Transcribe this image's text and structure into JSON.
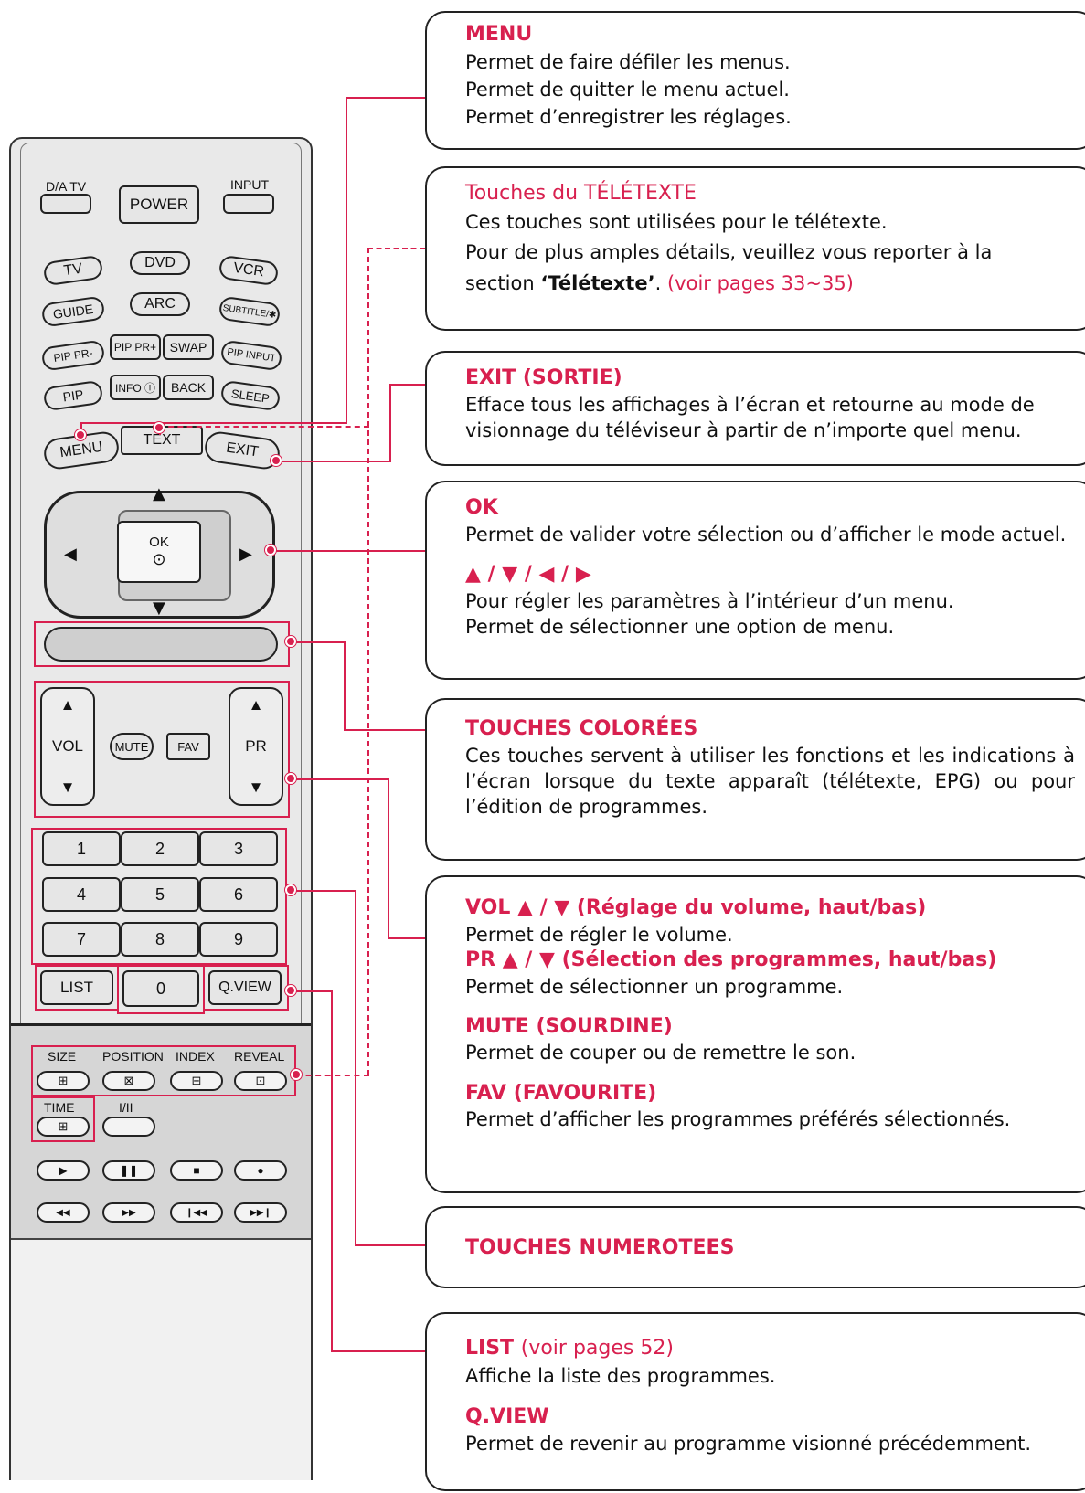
{
  "remote": {
    "top_labels": {
      "da_tv": "D/A TV",
      "input": "INPUT"
    },
    "power": "POWER",
    "row1": [
      "TV",
      "DVD",
      "VCR"
    ],
    "row2": [
      "GUIDE",
      "ARC",
      "SUBTITLE/✱"
    ],
    "row3": [
      "PIP PR-",
      "PIP PR+",
      "SWAP",
      "PIP INPUT"
    ],
    "row4": [
      "PIP",
      "INFO ⓘ",
      "BACK",
      "SLEEP"
    ],
    "row5": [
      "MENU",
      "TEXT",
      "EXIT"
    ],
    "ok": "OK",
    "ok_symbol": "⊙",
    "arrows": {
      "up": "▲",
      "down": "▼",
      "left": "◀",
      "right": "▶"
    },
    "vol": "VOL",
    "pr": "PR",
    "mute": "MUTE",
    "fav": "FAV",
    "numbers": [
      "1",
      "2",
      "3",
      "4",
      "5",
      "6",
      "7",
      "8",
      "9"
    ],
    "list": "LIST",
    "zero": "0",
    "qview": "Q.VIEW",
    "teletext_labels": [
      "SIZE",
      "POSITION",
      "INDEX",
      "REVEAL"
    ],
    "teletext_icons": [
      "⊞",
      "⊠",
      "⊟",
      "⊡"
    ],
    "time": "TIME",
    "i_ii": "I/II",
    "time_icon": "⊞",
    "transport_row1": [
      "▶",
      "❚❚",
      "■",
      "●"
    ],
    "transport_row2": [
      "◀◀",
      "▶▶",
      "❙◀◀",
      "▶▶❙"
    ]
  },
  "callouts": {
    "menu": {
      "title": "MENU",
      "lines": [
        "Permet de faire défiler les menus.",
        "Permet de quitter le menu actuel.",
        "Permet d’enregistrer les réglages."
      ]
    },
    "teletext": {
      "title": "Touches du TÉLÉTEXTE",
      "line1": "Ces touches sont utilisées pour le télétexte.",
      "line2": "Pour de plus amples détails, veuillez vous reporter à la",
      "line3_pre": "section ",
      "line3_bold": "‘Télétexte’",
      "line3_post": ". ",
      "line3_ref": "(voir pages 33~35)"
    },
    "exit": {
      "title": "EXIT (SORTIE)",
      "body": "Efface tous les affichages à l’écran et retourne au mode de visionnage du téléviseur à partir de n’importe quel menu."
    },
    "ok": {
      "title": "OK",
      "body": "Permet de valider votre sélection ou d’afficher le mode actuel.",
      "arrows_title": "▲ / ▼ / ◀ / ▶",
      "arrows_lines": [
        "Pour régler les paramètres à l’intérieur d’un menu.",
        "Permet de sélectionner une option de menu."
      ]
    },
    "colored": {
      "title": "TOUCHES COLORÉES",
      "body": "Ces touches servent à utiliser les fonctions et les indications à l’écran lorsque du texte apparaît (télétexte, EPG) ou pour l’édition de programmes."
    },
    "vol_pr": {
      "vol_title": "VOL ▲ / ▼ (Réglage du volume, haut/bas)",
      "vol_body": "Permet de régler le volume.",
      "pr_title": "PR ▲ / ▼ (Sélection des programmes, haut/bas)",
      "pr_body": "Permet de sélectionner un programme.",
      "mute_title": "MUTE (SOURDINE)",
      "mute_body": "Permet de couper ou de remettre le son.",
      "fav_title": "FAV (FAVOURITE)",
      "fav_body": "Permet d’afficher les programmes préférés sélectionnés."
    },
    "numbered": {
      "title": "TOUCHES NUMEROTEES"
    },
    "list": {
      "title": "LIST",
      "title_ref": "(voir pages 52)",
      "body": "Affiche la liste des programmes.",
      "qview_title": "Q.VIEW",
      "qview_body": "Permet de revenir au programme visionné précédemment."
    }
  },
  "colors": {
    "accent": "#d8204f",
    "outline": "#222222",
    "remote_body": "#e9e9e9"
  }
}
